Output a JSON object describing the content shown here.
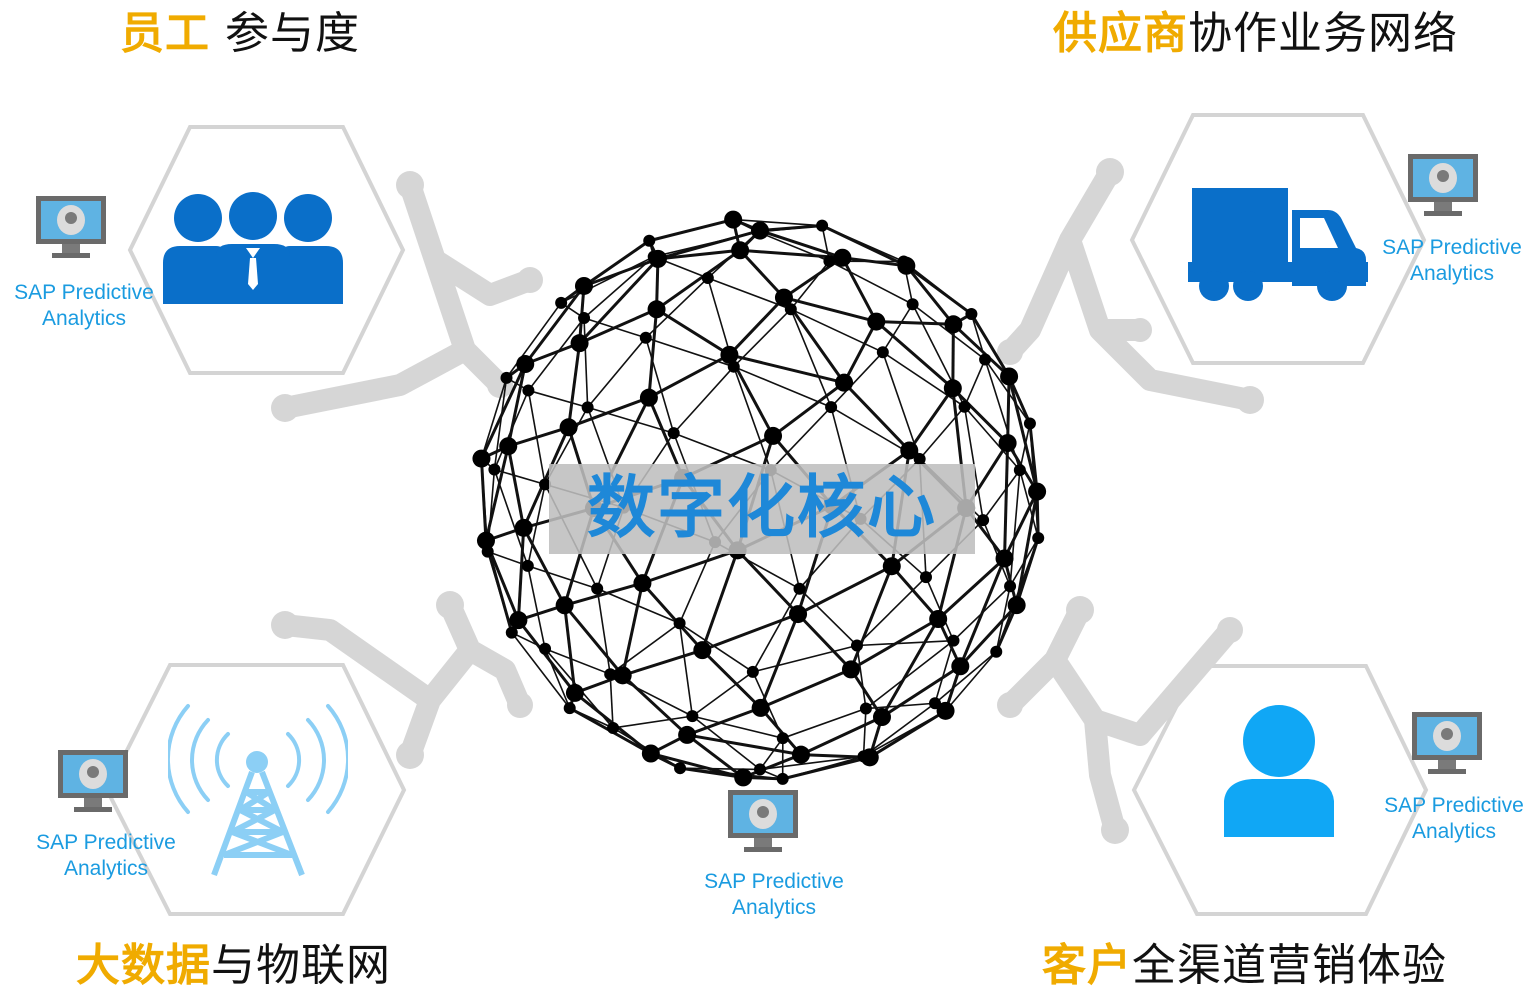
{
  "headings": {
    "employee": {
      "highlight": "员工",
      "rest": " 参与度"
    },
    "supplier": {
      "highlight": "供应商",
      "rest": "协作业务网络"
    },
    "bigdata": {
      "highlight": "大数据",
      "rest": "与物联网"
    },
    "customer": {
      "highlight": "客户",
      "rest": "全渠道营销体验"
    }
  },
  "center": {
    "label": "数字化核心"
  },
  "sap_badge": {
    "line1": "SAP Predictive",
    "line2": "Analytics"
  },
  "colors": {
    "highlight": "#f0ab00",
    "icon_dark_blue": "#0a6fc9",
    "icon_light_blue": "#10a7f5",
    "antenna_blue": "#8ccff5",
    "sap_text": "#1a9be0",
    "hexagon": "#d0d0d0"
  },
  "icons": {
    "employee": "people-group-icon",
    "supplier": "delivery-truck-icon",
    "bigdata": "radio-tower-icon",
    "customer": "person-icon",
    "badge": "monitor-brain-icon"
  }
}
